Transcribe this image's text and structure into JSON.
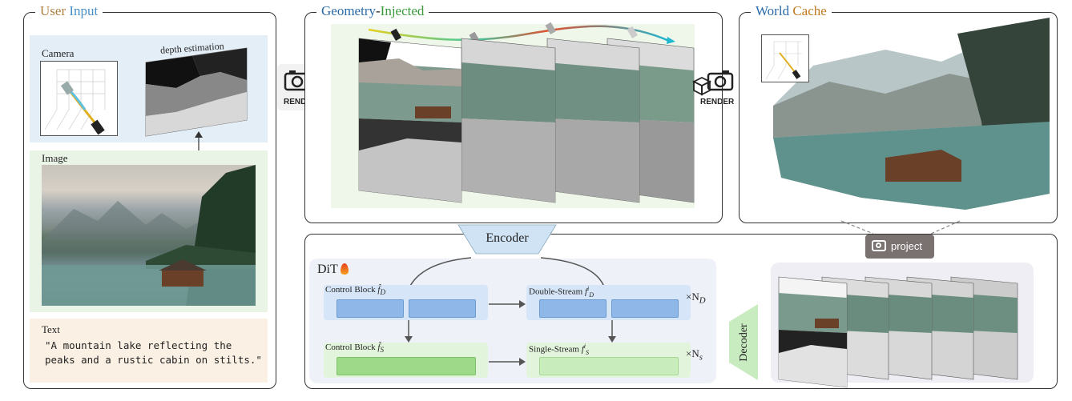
{
  "user_input": {
    "title_a": "User",
    "title_b": "Input",
    "camera_label": "Camera",
    "depth_label": "depth estimation",
    "image_label": "Image",
    "text_label": "Text",
    "prompt_line1": "\"A mountain lake reflecting the",
    "prompt_line2": "peaks and a rustic cabin on stilts.\""
  },
  "geometry": {
    "title_a": "Geometry",
    "title_sep": "-",
    "title_b": "Injected",
    "render_label_left": "RENDER",
    "render_label_right": "RENDER"
  },
  "world_cache": {
    "title_a": "World",
    "title_b": "Cache",
    "project_label": "project"
  },
  "pipeline": {
    "encoder_label": "Encoder",
    "dit_label": "DiT",
    "control_block_d": "Control Block",
    "control_block_d_sym": "f̂",
    "control_block_d_sub": "D",
    "double_stream": "Double-Stream",
    "double_stream_sym": "f",
    "double_stream_sub": "D",
    "double_stream_sup": "i",
    "control_block_s": "Control Block",
    "control_block_s_sym": "f̂",
    "control_block_s_sub": "S",
    "single_stream": "Single-Stream",
    "single_stream_sym": "f",
    "single_stream_sub": "S",
    "single_stream_sup": "i",
    "repeat_d": "×N",
    "repeat_d_sub": "D",
    "repeat_s": "×N",
    "repeat_s_sub": "s",
    "decoder_label": "Decoder"
  },
  "colors": {
    "user_title": "#b08040",
    "input_blue": "#4a90c8",
    "geometry_blue": "#2a6aa8",
    "injected_green": "#3a9a3a",
    "cache_orange": "#c07a20",
    "block_blue": "#8fb8e8",
    "block_green": "#9ed98a"
  },
  "icons": {
    "fire": "fire-icon",
    "camera_render": "camera-render-icon",
    "project": "camera-project-icon"
  }
}
